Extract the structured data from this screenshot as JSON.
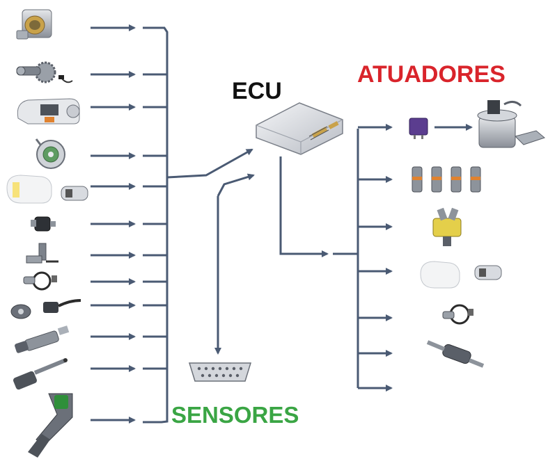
{
  "labels": {
    "ecu": "ECU",
    "actuators": "ATUADORES",
    "sensors": "SENSORES"
  },
  "colors": {
    "line": "#4a5a73",
    "ecu_text": "#111111",
    "actuators_text": "#d9242b",
    "sensors_text": "#3aa544"
  },
  "sensors": [
    {
      "icon": "throttle-body-icon"
    },
    {
      "icon": "crankshaft-sensor-icon"
    },
    {
      "icon": "air-flow-meter-icon"
    },
    {
      "icon": "camshaft-sensor-icon"
    },
    {
      "icon": "ignition-coil-icon"
    },
    {
      "icon": "temperature-sensor-icon"
    },
    {
      "icon": "hall-sensor-icon"
    },
    {
      "icon": "lambda-probe-icon"
    },
    {
      "icon": "knock-sensor-icon"
    },
    {
      "icon": "pressure-sensor-icon"
    },
    {
      "icon": "speed-sensor-icon"
    },
    {
      "icon": "accelerator-pedal-icon"
    }
  ],
  "actuators": [
    {
      "icon": "relay-and-fuel-pump-icon"
    },
    {
      "icon": "fuel-injectors-icon"
    },
    {
      "icon": "idle-valve-icon"
    },
    {
      "icon": "ignition-coil-icon"
    },
    {
      "icon": "lambda-heater-icon"
    },
    {
      "icon": "canister-valve-icon"
    },
    {
      "icon": "empty-output-slot"
    }
  ]
}
